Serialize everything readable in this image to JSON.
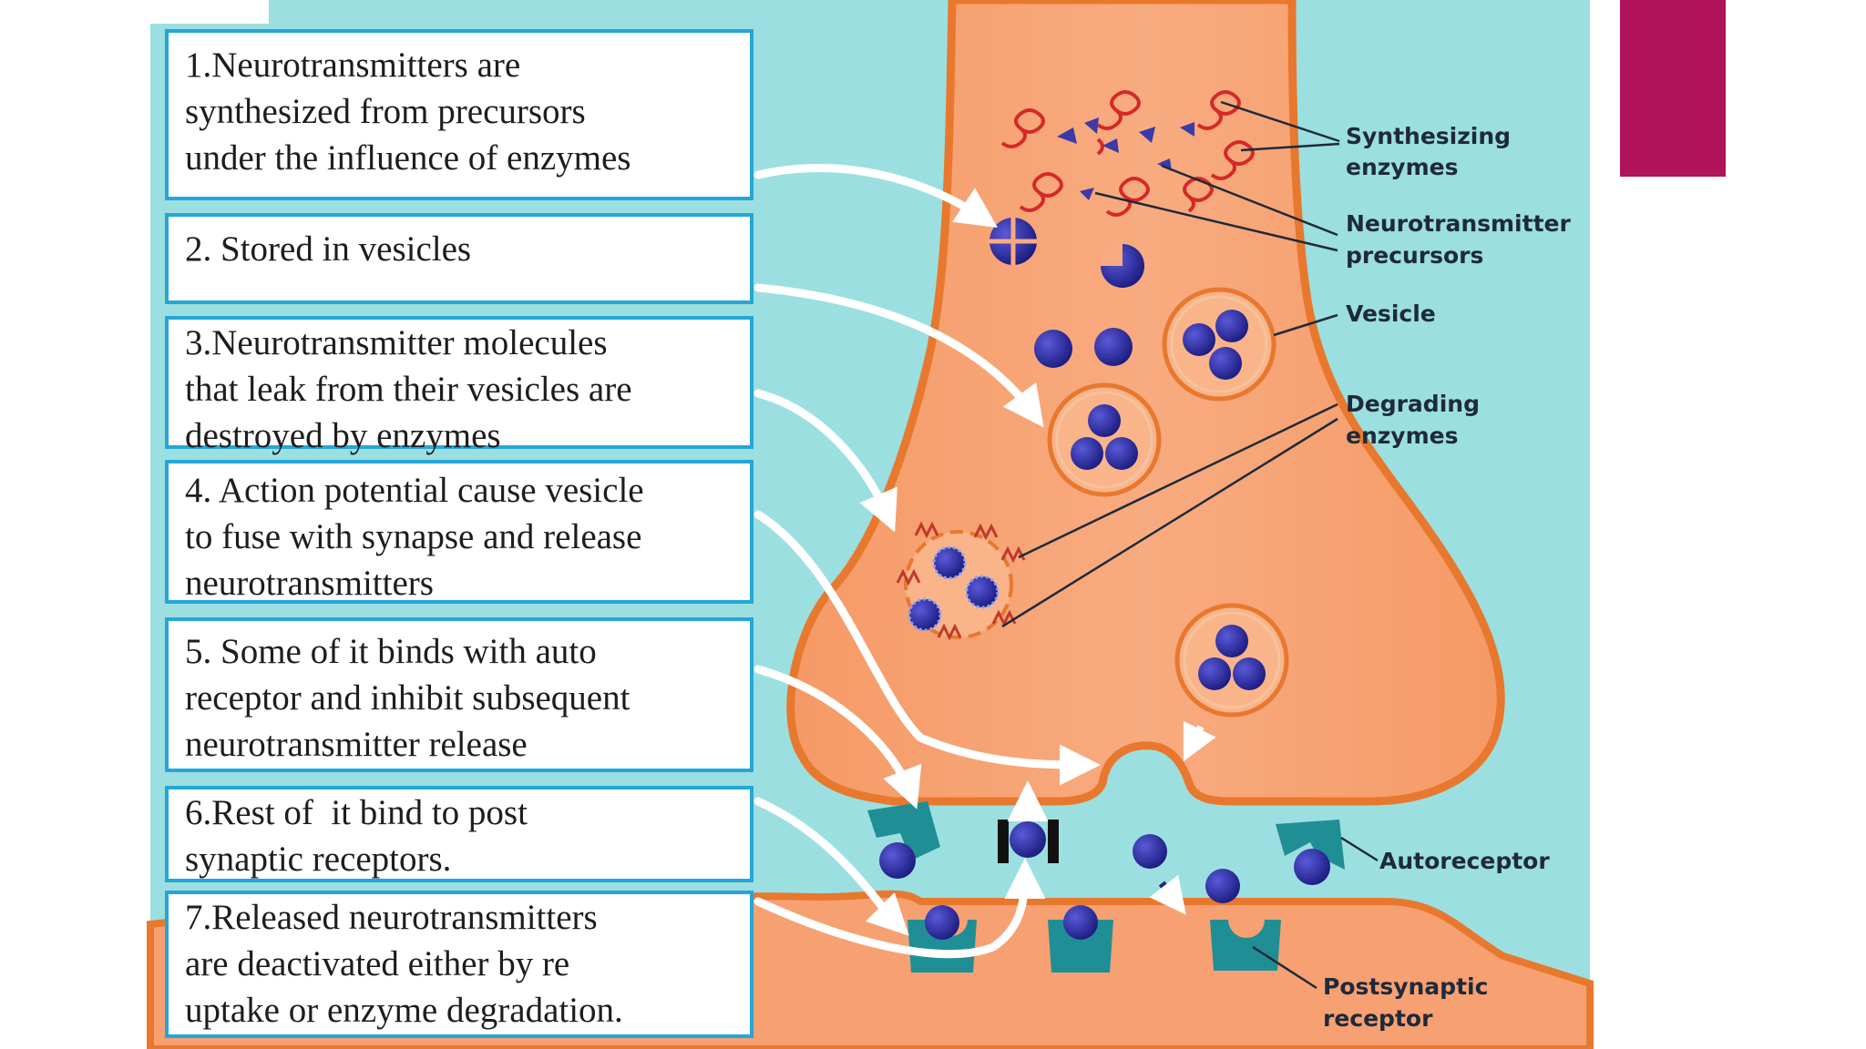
{
  "steps": [
    {
      "lines": [
        "1.Neurotransmitters are",
        "synthesized from precursors",
        "under the influence of enzymes"
      ]
    },
    {
      "lines": [
        "2. Stored in vesicles"
      ]
    },
    {
      "lines": [
        "3.Neurotransmitter molecules",
        "that leak from their vesicles are",
        "destroyed by enzymes"
      ]
    },
    {
      "lines": [
        "4. Action potential cause vesicle",
        "to fuse with synapse and release",
        "neurotransmitters"
      ]
    },
    {
      "lines": [
        "5. Some of it binds with auto",
        "receptor and inhibit subsequent",
        "neurotransmitter release"
      ]
    },
    {
      "lines": [
        "6.Rest of  it bind to post",
        "synaptic receptors."
      ]
    },
    {
      "lines": [
        "7.Released neurotransmitters",
        "are deactivated either by re",
        "uptake or enzyme degradation."
      ]
    }
  ],
  "labels": {
    "synthesizing_enzymes": [
      "Synthesizing",
      "enzymes"
    ],
    "neurotransmitter_precursors": [
      "Neurotransmitter",
      "precursors"
    ],
    "vesicle": "Vesicle",
    "degrading_enzymes": [
      "Degrading",
      "enzymes"
    ],
    "autoreceptor": "Autoreceptor",
    "postsynaptic_receptor": [
      "Postsynaptic",
      "receptor"
    ]
  },
  "colors": {
    "background_cyan": "#9cdfe0",
    "terminal_orange": "#f7a072",
    "membrane_orange": "#e8782e",
    "molecule_blue": "#24248c",
    "enzyme_red": "#d62828",
    "receptor_teal": "#1f8f95",
    "box_border": "#25a6d8",
    "accent_magenta": "#b0135a"
  }
}
